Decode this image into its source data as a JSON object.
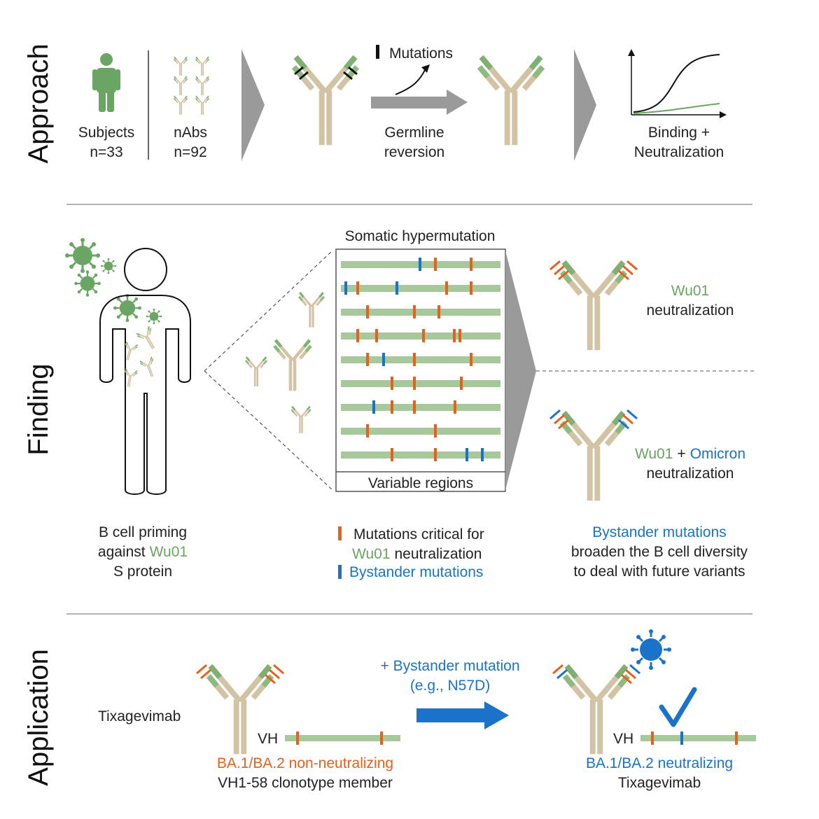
{
  "sections": {
    "approach": "Approach",
    "finding": "Finding",
    "application": "Application"
  },
  "colors": {
    "green": "#6aa563",
    "light_green": "#a7c89b",
    "tan": "#d3c3a5",
    "orange": "#e8601c",
    "blue": "#1a73c8",
    "gray": "#9a9a9a"
  },
  "approach": {
    "subjects_label": "Subjects",
    "subjects_count": "n=33",
    "nabs_label": "nAbs",
    "nabs_count": "n=92",
    "mutations_legend": "Mutations",
    "germline_line1": "Germline",
    "germline_line2": "reversion",
    "binding_line1": "Binding +",
    "binding_line2": "Neutralization"
  },
  "finding": {
    "shm_title": "Somatic hypermutation",
    "variable_regions": "Variable regions",
    "wu01_strain": "Wu01",
    "neutralization": "neutralization",
    "plus": "+",
    "omicron": "Omicron",
    "priming_line1": "B cell priming",
    "priming_line2_prefix": "against",
    "priming_line3": "S protein",
    "legend_critical_line1": "Mutations critical for",
    "legend_critical_line2_suffix": "neutralization",
    "legend_bystander": "Bystander mutations",
    "bystander_title": "Bystander mutations",
    "bystander_line2": "broaden the B cell diversity",
    "bystander_line3": "to deal with future variants"
  },
  "application": {
    "tixagevimab_left": "Tixagevimab",
    "vh_left": "VH",
    "non_neutralizing": "BA.1/BA.2 non-neutralizing",
    "clonotype": "VH1-58 clonotype member",
    "arrow_line1": "+ Bystander mutation",
    "arrow_line2": "(e.g., N57D)",
    "vh_right": "VH",
    "neutralizing": "BA.1/BA.2 neutralizing",
    "tixagevimab_right": "Tixagevimab"
  }
}
